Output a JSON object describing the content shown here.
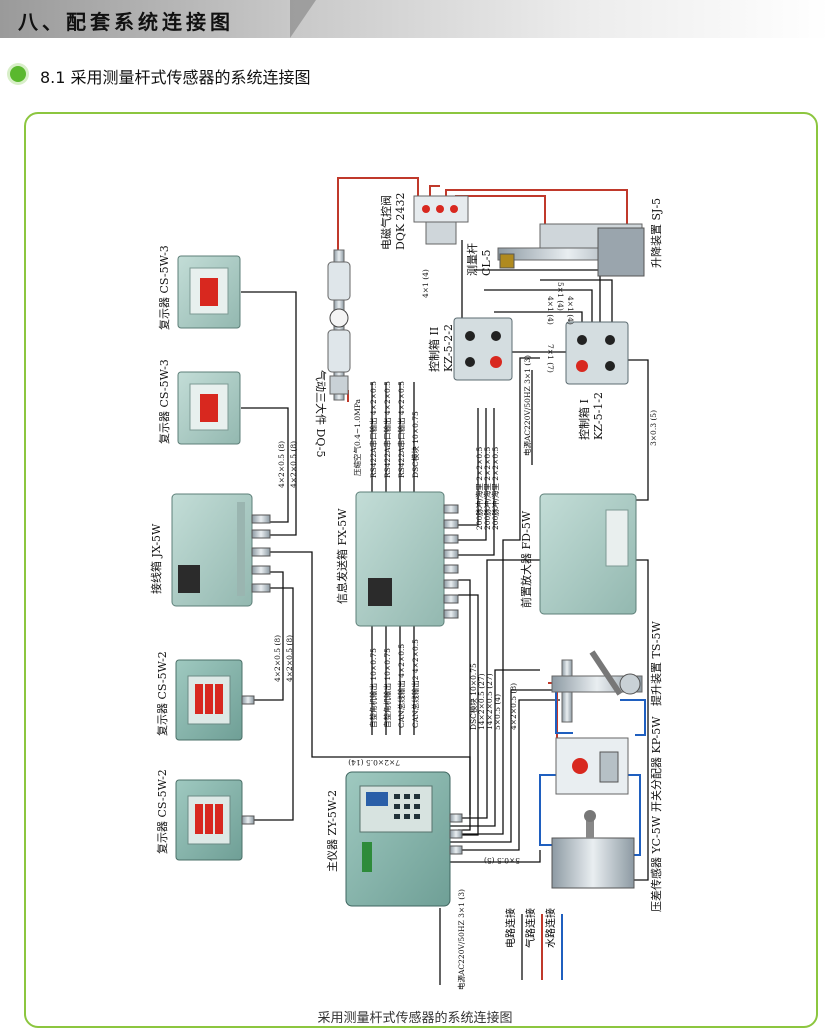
{
  "header": {
    "title": "八、配套系统连接图"
  },
  "section": {
    "title": "8.1  采用测量杆式传感器的系统连接图"
  },
  "devices": {
    "cs5w3_top": "复示器 CS-5W-3",
    "cs5w3_mid": "复示器 CS-5W-3",
    "jx5w": "接线箱  JX-5W",
    "cs5w2_a": "复示器 CS-5W-2",
    "cs5w2_b": "复示器 CS-5W-2",
    "dq5": "气动三大件  DQ-5",
    "dqk": "电磁气控阀",
    "dqk_model": "DQK 2432",
    "cl5": "测量杆",
    "cl5_model": "CL-5",
    "sj5": "升降装置 SJ-5",
    "kz2": "控制箱 II",
    "kz2_model": "KZ-5-2-2",
    "kz1": "控制箱 I",
    "kz1_model": "KZ-5-1-2",
    "fx5w": "信息发送箱 FX-5W",
    "fd5w": "前置放大器  FD-5W",
    "ts5w": "提升装置  TS-5W",
    "kp5w": "开关分配器  KP-5W",
    "yc5w": "压差传感器  YC-5W",
    "zy5w2": "主仪器  ZY-5W-2"
  },
  "cables": {
    "c_4x1": "4×1 (4)",
    "c_4x1b": "4×1 (4)",
    "c_5x1": "5×1 (4)",
    "c_4x1c": "4×1 (4)",
    "c_7x1": "7×1 (7)",
    "c_3x03": "3×0.3 (5)",
    "c_power_top": "电源AC220V/50HZ  3×1 (3)",
    "c_air": "压缩空气0.4~1.0MPa",
    "jx_a": "4×2×0.5 (8)",
    "jx_b": "4×2×0.5 (8)",
    "jx_c": "4×2×0.5 (8)",
    "jx_d": "4×2×0.5 (8)",
    "fx_top_1": "RS422A串口输出  4×2×0.5",
    "fx_top_2": "RS422A串口输出  4×2×0.5",
    "fx_top_3": "RS422A串口输出  4×2×0.5",
    "fx_top_4": "DSC模块  10×0.75",
    "fx_right_1": "200脉冲/海里  2×2×0.5",
    "fx_right_2": "200脉冲/海里  2×2×0.5",
    "fx_right_3": "200脉冲/海里  2×2×0.5",
    "fx_bot_1": "自整角机输出  10×0.75",
    "fx_bot_2": "自整角机输出  10×0.75",
    "fx_bot_3": "CAN总线输出  4×2×0.5",
    "fx_bot_4": "CAN总线输出2  4×2×0.5",
    "zy_1": "DSC模块 10×0.75",
    "zy_2": "14×2×0.5 (27)",
    "zy_3": "14×2×0.5 (27)",
    "zy_4": "5×0.5 (4)",
    "zy_5": "4×2×0.5 (8)",
    "zy_6": "7×2×0.5 (14)",
    "zy_7": "5×0.5 (5)",
    "zy_power": "电源AC220V/50HZ  3×1 (3)"
  },
  "legend": {
    "electric": "电路连接",
    "air": "气路连接",
    "water": "水路连接"
  },
  "colors": {
    "accent_green": "#8cc63f",
    "electric": "#111111",
    "air": "#c0392b",
    "water": "#1f5fbf",
    "device": "#a9c9c2"
  },
  "caption": "采用测量杆式传感器的系统连接图"
}
